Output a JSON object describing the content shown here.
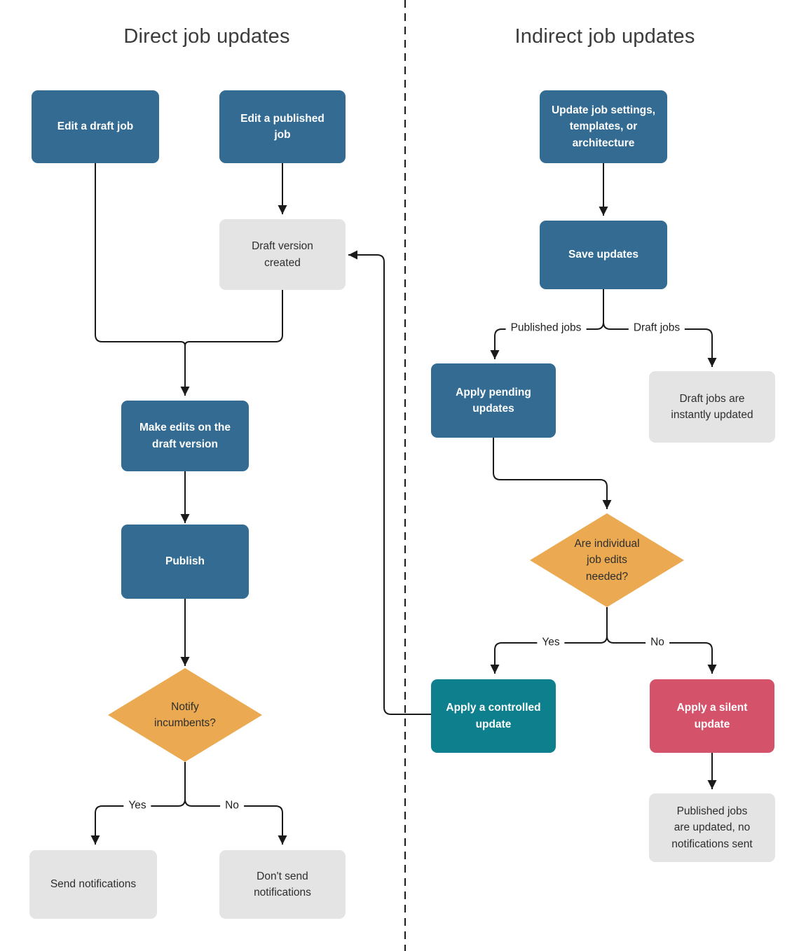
{
  "diagram": {
    "left": {
      "title": "Direct job updates",
      "nodes": {
        "edit_draft": "Edit a draft job",
        "edit_published": "Edit a published\njob",
        "draft_created": "Draft version\ncreated",
        "make_edits": "Make edits on the\ndraft version",
        "publish": "Publish",
        "notify_incumbents": "Notify\nincumbents?",
        "send_notifications": "Send notifications",
        "dont_send_notifications": "Don't send\nnotifications"
      },
      "labels": {
        "yes": "Yes",
        "no": "No"
      }
    },
    "right": {
      "title": "Indirect job updates",
      "nodes": {
        "update_settings": "Update job settings,\ntemplates, or\narchitecture",
        "save_updates": "Save updates",
        "apply_pending": "Apply pending\nupdates",
        "draft_instant": "Draft jobs are\ninstantly updated",
        "edits_needed": "Are individual\njob edits\nneeded?",
        "controlled_update": "Apply a controlled\nupdate",
        "silent_update": "Apply a silent\nupdate",
        "published_updated": "Published jobs\nare updated, no\nnotifications sent"
      },
      "labels": {
        "published_jobs": "Published jobs",
        "draft_jobs": "Draft jobs",
        "yes": "Yes",
        "no": "No"
      }
    },
    "colors": {
      "process": "#336b92",
      "decision": "#ebaa51",
      "terminal": "#e4e4e4",
      "controlled": "#0e7f8d",
      "silent": "#d4536b",
      "line": "#1a1a1a"
    }
  }
}
